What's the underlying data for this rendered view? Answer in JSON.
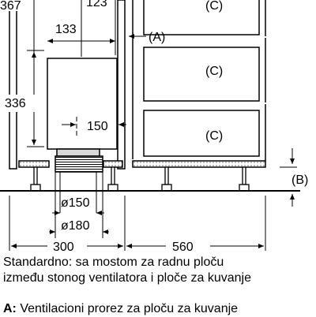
{
  "dimensions": {
    "d367": "367",
    "d123": "123",
    "d133": "133",
    "d336": "336",
    "d150": "150",
    "diam150": "ø150",
    "diam180": "ø180",
    "d300": "300",
    "d560": "560"
  },
  "labels": {
    "A": "(A)",
    "B": "(B)",
    "C_top": "(C)",
    "C_middle": "(C)",
    "C_bottom": "(C)"
  },
  "caption": {
    "line1": "Standardno: sa mostom za radnu ploču",
    "line2": "između stonog ventilatora i ploče za kuvanje"
  },
  "note": {
    "key": "A:",
    "text": " Ventilacioni prorez za ploču za kuvanje"
  }
}
